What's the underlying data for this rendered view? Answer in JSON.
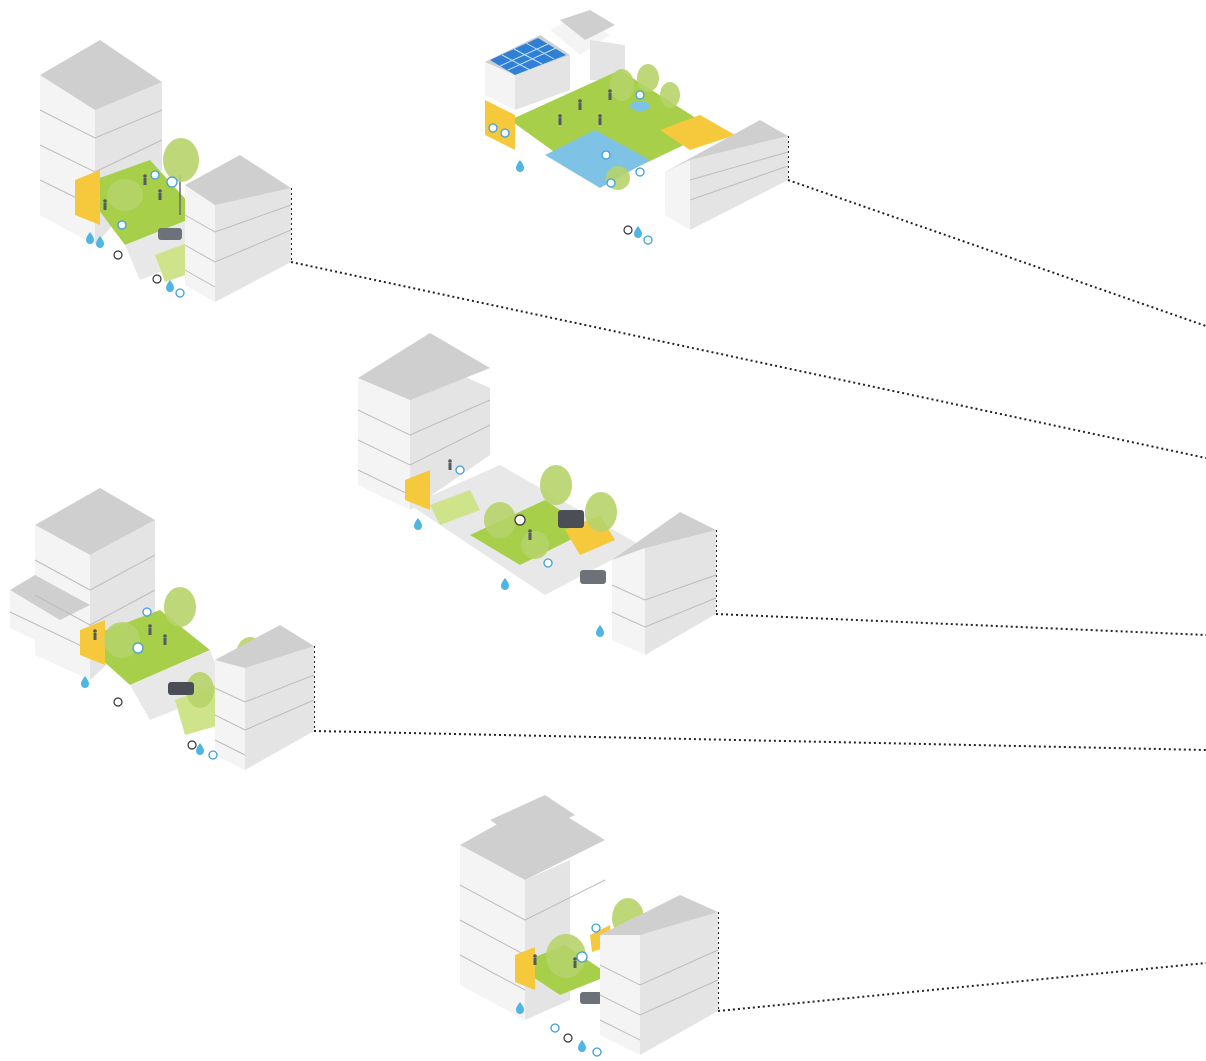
{
  "diagram": {
    "scenes": [
      {
        "id": "block-a"
      },
      {
        "id": "courtyard"
      },
      {
        "id": "street-wide"
      },
      {
        "id": "block-b"
      },
      {
        "id": "block-c"
      }
    ]
  }
}
